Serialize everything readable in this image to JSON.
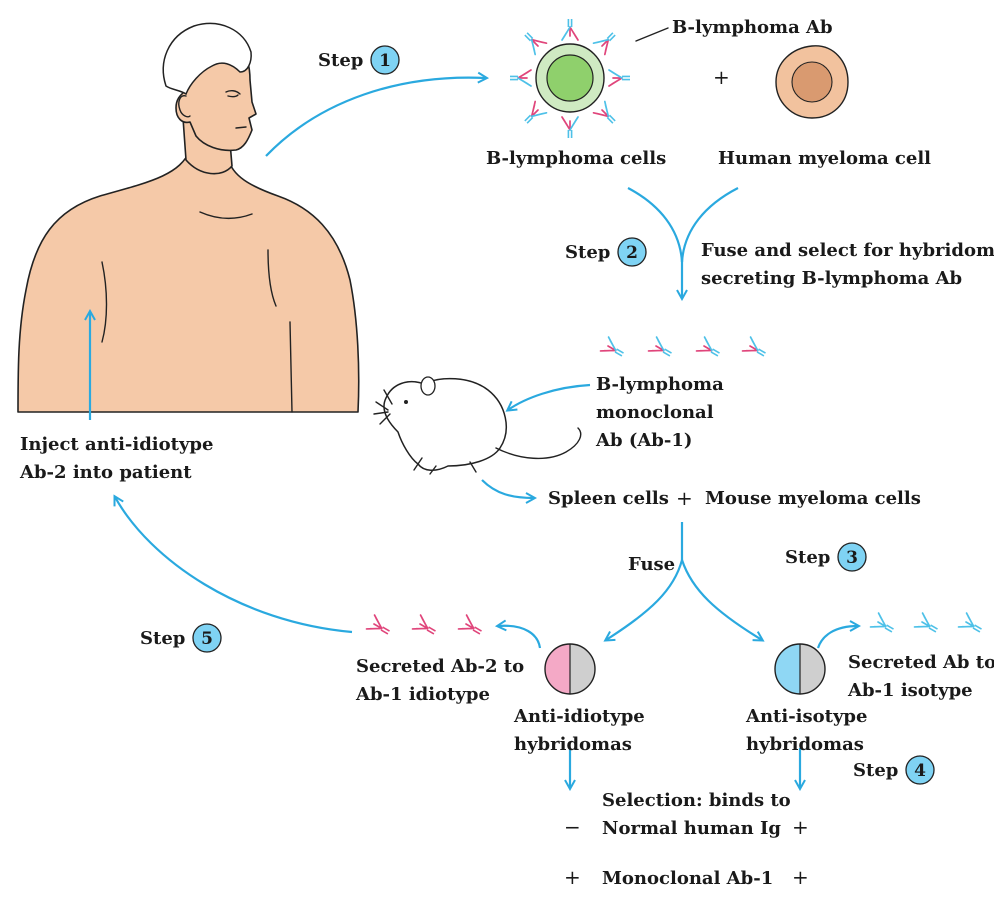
{
  "steps": [
    {
      "id": "step1",
      "label": "Step",
      "number": "1"
    },
    {
      "id": "step2",
      "label": "Step",
      "number": "2"
    },
    {
      "id": "step3",
      "label": "Step",
      "number": "3"
    },
    {
      "id": "step4",
      "label": "Step",
      "number": "4"
    },
    {
      "id": "step5",
      "label": "Step",
      "number": "5"
    }
  ],
  "labels": {
    "b_lymphoma_ab": "B-lymphoma Ab",
    "plus_top": "+",
    "b_lymphoma_cells": "B-lymphoma cells",
    "human_myeloma_cell": "Human myeloma cell",
    "fuse_select_1": "Fuse and select for hybridoma",
    "fuse_select_2": "secreting B-lymphoma Ab",
    "mono_1": "B-lymphoma",
    "mono_2": "monoclonal",
    "mono_3": "Ab (Ab-1)",
    "inject_1": "Inject anti-idiotype",
    "inject_2": "Ab-2 into patient",
    "spleen_cells": "Spleen cells",
    "plus_mid": "+",
    "mouse_myeloma": "Mouse myeloma cells",
    "fuse": "Fuse",
    "secreted_ab2_1": "Secreted Ab-2 to",
    "secreted_ab2_2": "Ab-1 idiotype",
    "secreted_ab_1": "Secreted Ab to",
    "secreted_ab_2": "Ab-1 isotype",
    "anti_idio_1": "Anti-idiotype",
    "anti_idio_2": "hybridomas",
    "anti_iso_1": "Anti-isotype",
    "anti_iso_2": "hybridomas",
    "selection": "Selection: binds to",
    "normal_ig": "Normal human Ig",
    "mono_ab1": "Monoclonal Ab-1",
    "sign_left_normal": "−",
    "sign_right_normal": "+",
    "sign_left_mono": "+",
    "sign_right_mono": "+"
  },
  "colors": {
    "arrow": "#2aa9df",
    "step_circle": "#7fd3f4",
    "skin": "#f5c9a8",
    "antibody_pink": "#e0457b",
    "antibody_blue": "#4ec1e8",
    "lymphoma_outer": "#cfeac2",
    "lymphoma_inner": "#8fd06c",
    "myeloma_outer": "#f2c29e",
    "myeloma_inner": "#d99a70",
    "hybridoma_pink": "#f4a9c6",
    "hybridoma_blue": "#8fd7f4",
    "hybridoma_gray": "#cfcfcf"
  }
}
